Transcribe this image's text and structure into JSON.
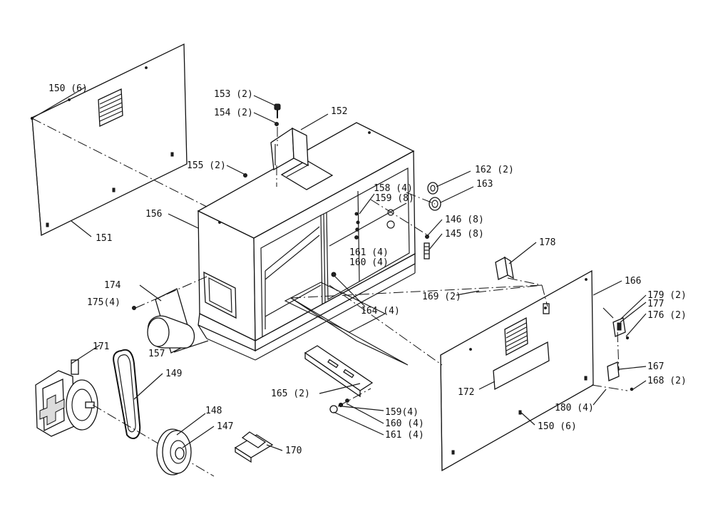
{
  "labels": {
    "p150_6": "150 (6)",
    "p151": "151",
    "p152": "152",
    "p153": "153 (2)",
    "p154": "154 (2)",
    "p155": "155 (2)",
    "p156": "156",
    "p157": "157",
    "p158": "158 (4)",
    "p159_8": "159 (8)",
    "p161_4": "161 (4)",
    "p160_4": "160 (4)",
    "p162": "162 (2)",
    "p163": "163",
    "p146": "146 (8)",
    "p145": "145 (8)",
    "p164": "164 (4)",
    "p165": "165 (2)",
    "p159_4": "159(4)",
    "p160b": "160 (4)",
    "p161b": "161 (4)",
    "p166": "166",
    "p167": "167",
    "p168": "168 (2)",
    "p169": "169 (2)",
    "p170": "170",
    "p171": "171",
    "p172": "172",
    "p174": "174",
    "p175": "175(4)",
    "p176": "176 (2)",
    "p177": "177",
    "p178": "178",
    "p179": "179 (2)",
    "p180": "180 (4)",
    "p149": "149",
    "p148": "148",
    "p147": "147",
    "p150b": "150 (6)"
  }
}
